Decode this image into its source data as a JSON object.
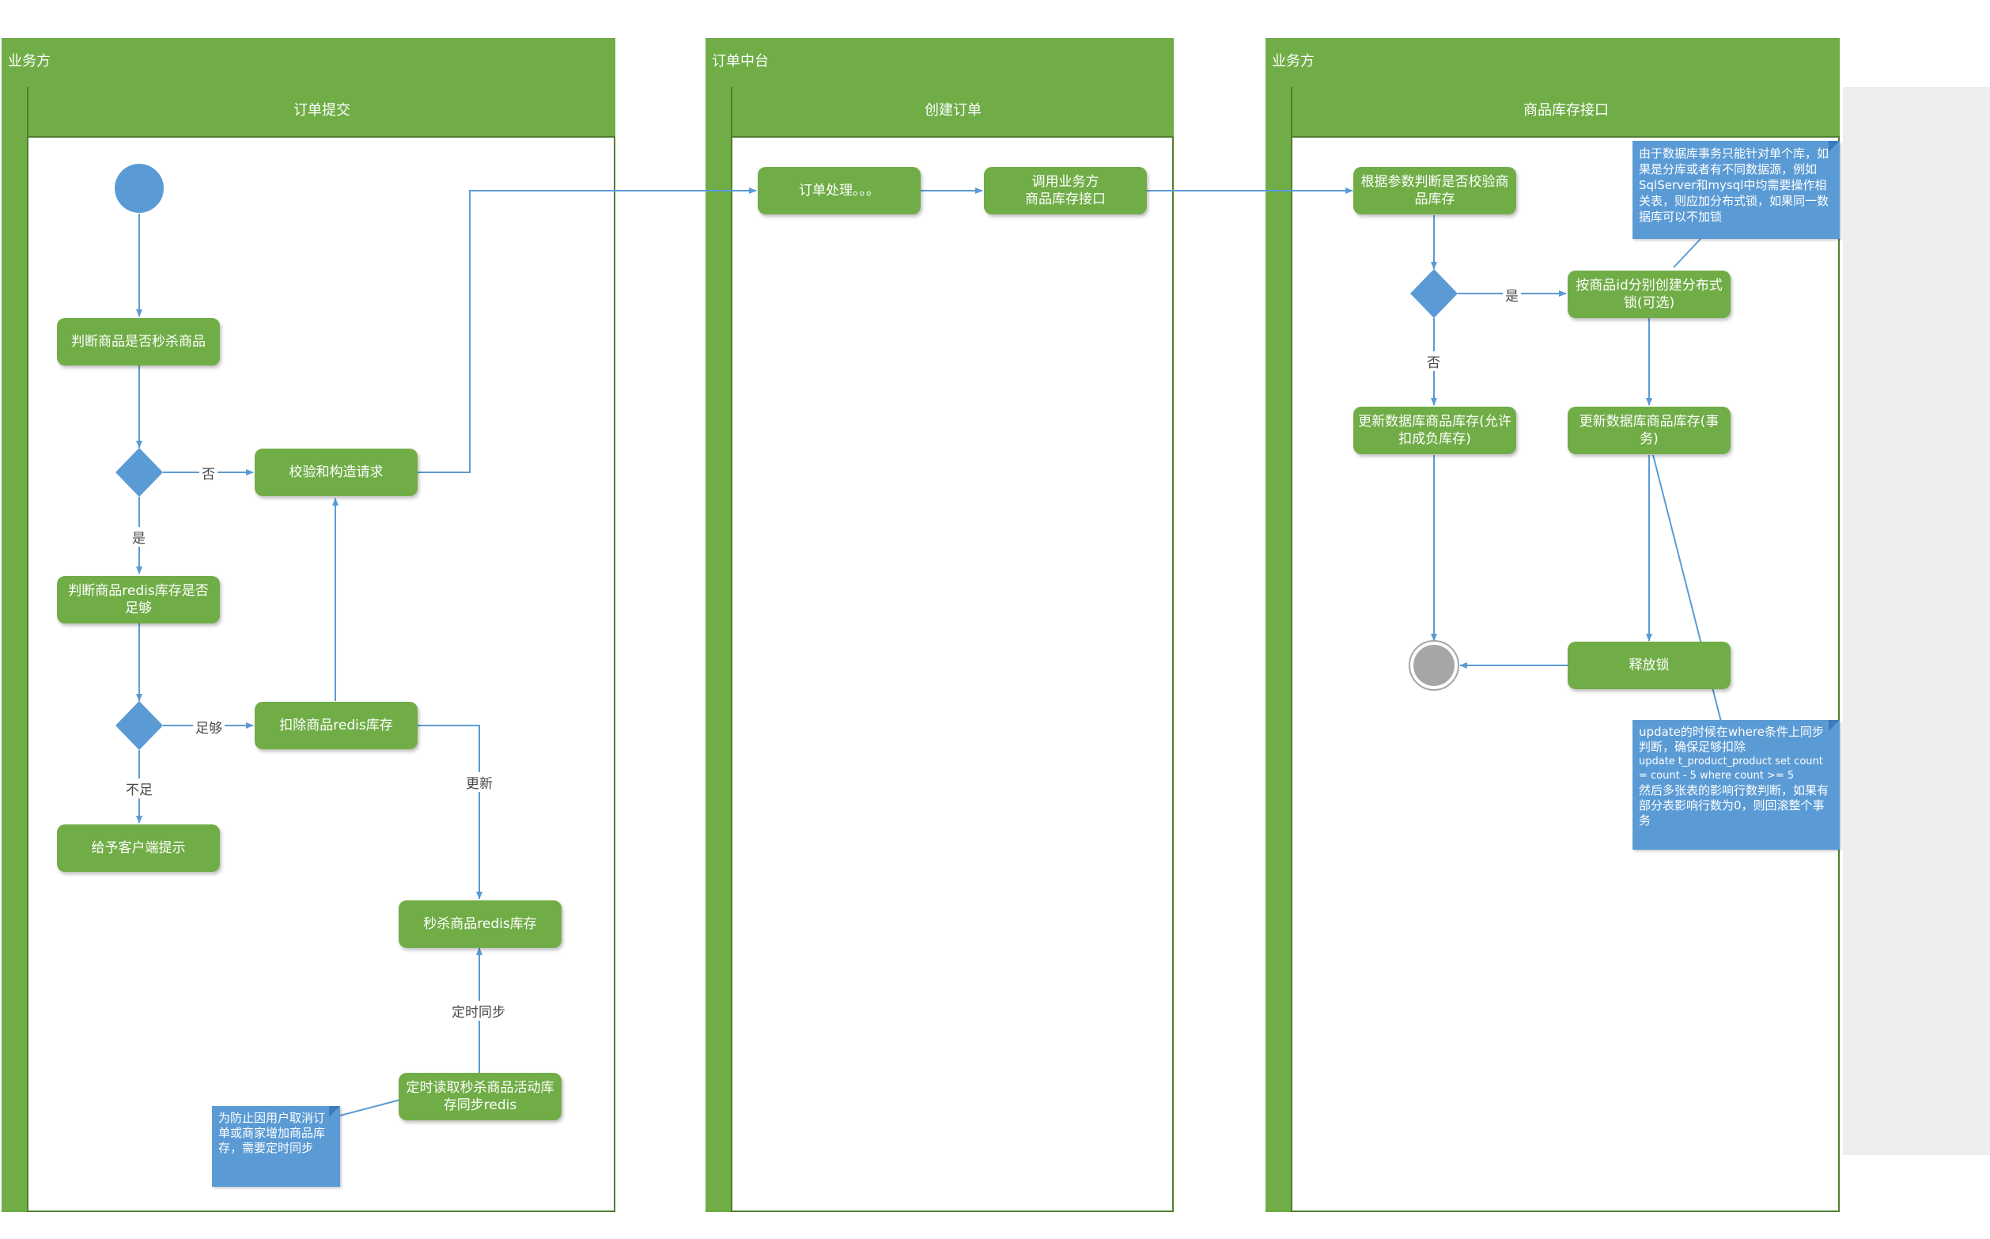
{
  "lanes": {
    "left_title": "业务方",
    "left_sub": "订单提交",
    "mid_title": "订单中台",
    "mid_sub": "创建订单",
    "right_title": "业务方",
    "right_sub": "商品库存接口"
  },
  "nodes": {
    "check_seckill": "判断商品是否秒杀商品",
    "validate": "校验和构造请求",
    "check_redis": "判断商品redis库存是否足够",
    "deduct_redis": "扣除商品redis库存",
    "client_tip": "给予客户端提示",
    "seckill_redis": "秒杀商品redis库存",
    "timer_read": "定时读取秒杀商品活动库存同步redis",
    "order_process": "订单处理。。。",
    "call_api_line1": "调用业务方",
    "call_api_line2": "商品库存接口",
    "check_param": "根据参数判断是否校验商品库存",
    "create_lock": "按商品id分别创建分布式锁(可选)",
    "update_neg": "更新数据库商品库存(允许扣成负库存)",
    "update_tx": "更新数据库商品库存(事务)",
    "release_lock": "释放锁"
  },
  "edge_labels": {
    "no1": "否",
    "yes1": "是",
    "enough": "足够",
    "not_enough": "不足",
    "update": "更新",
    "timed_sync": "定时同步",
    "yes2": "是",
    "no2": "否"
  },
  "notes": {
    "left_note": "为防止因用户取消订单或商家增加商品库存，需要定时同步",
    "top_note": "由于数据库事务只能针对单个库，如果是分库或者有不同数据源，例如SqlServer和mysql中均需要操作相关表，则应加分布式锁，如果同一数据库可以不加锁",
    "bottom_note_l1": "update的时候在where条件上同步判断，确保足够扣除",
    "bottom_note_l2": "update t_product_product set count = count - 5 where count >= 5",
    "bottom_note_l3": "然后多张表的影响行数判断，如果有部分表影响行数为0，则回滚整个事务"
  },
  "colors": {
    "lane_green": "#70ad47",
    "node_green": "#70ad47",
    "decision_blue": "#5b9bd5",
    "note_blue": "#5b9bd5",
    "connector": "#5b9bd5",
    "end_grey": "#a6a6a6"
  }
}
